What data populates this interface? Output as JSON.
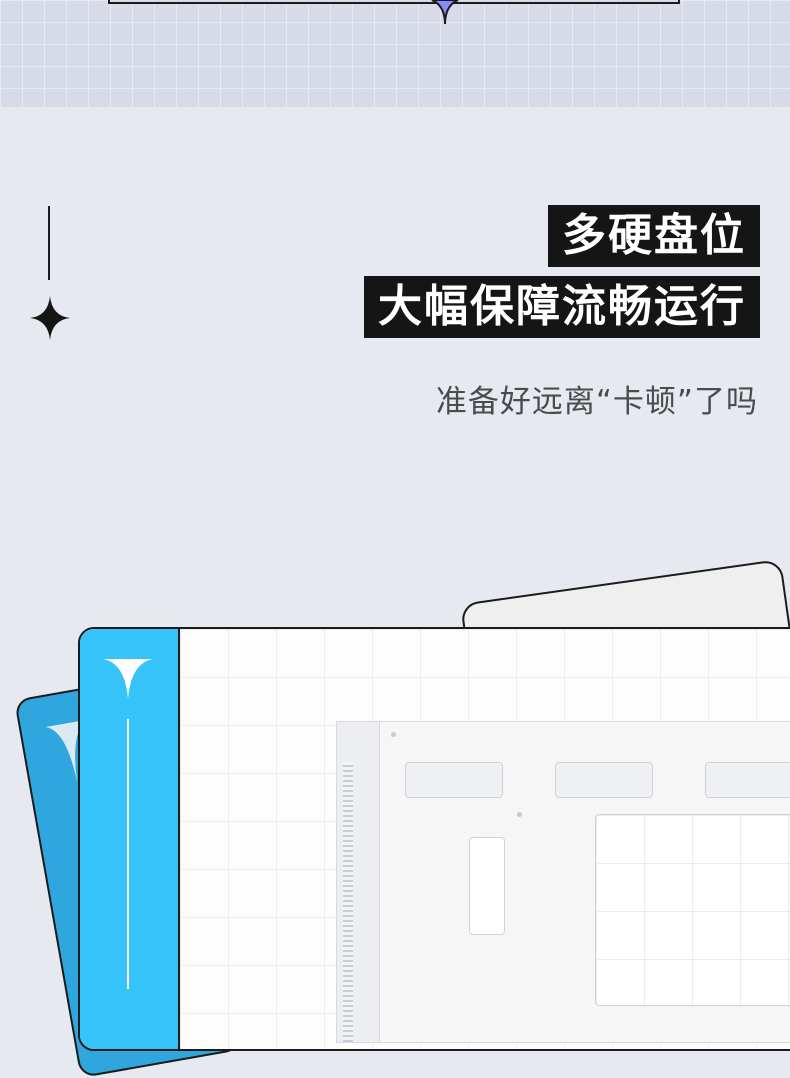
{
  "header": {
    "title_line1": "多硬盘位",
    "title_line2": "大幅保障流畅运行"
  },
  "subtitle": "准备好远离“卡顿”了吗",
  "colors": {
    "background": "#e6e9ef",
    "accent_blue": "#35c3f9",
    "accent_blue_dark": "#2fa6de",
    "title_box": "#151515",
    "pointer_purple": "#8a8cf5"
  },
  "icons": [
    "sparkle-star-icon",
    "down-pointer-icon",
    "blue-arrow-icon"
  ]
}
